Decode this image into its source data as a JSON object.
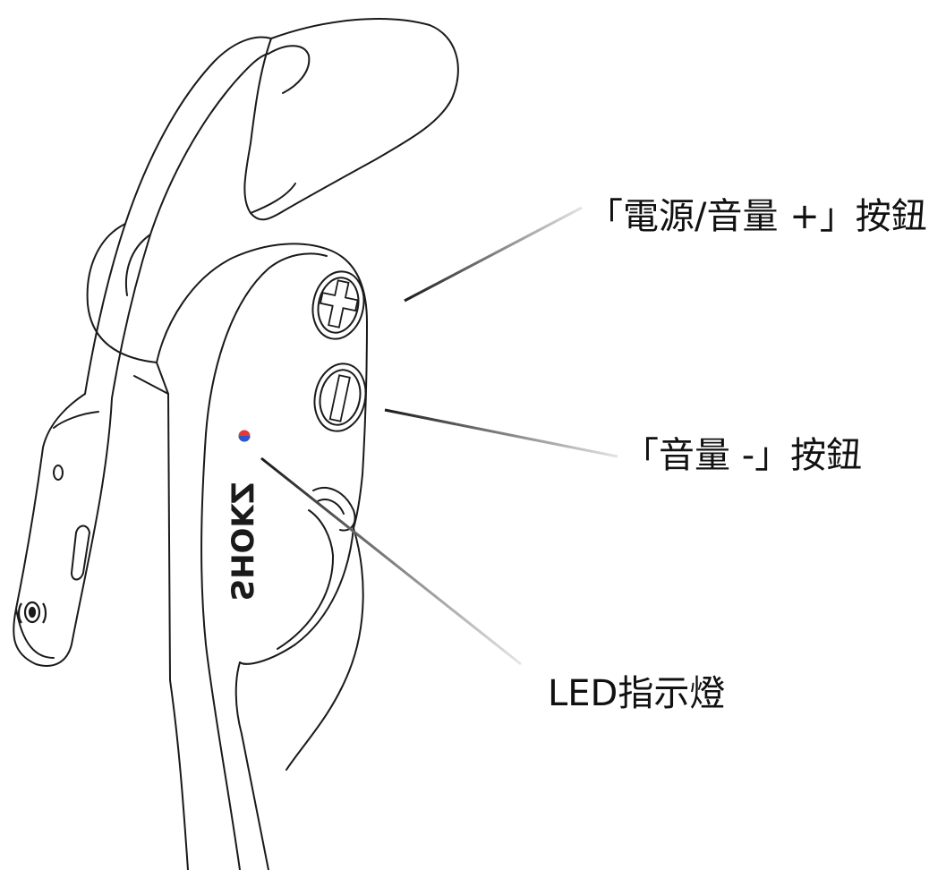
{
  "callouts": {
    "power_button": "「電源/音量 +」按鈕",
    "volume_down_button": "「音量 -」按鈕",
    "led_indicator": "LED指示燈"
  },
  "device": {
    "brand_logo_text": "SHOKZ",
    "icons": [
      "plus-icon",
      "minus-icon",
      "shokz-badge-icon"
    ]
  },
  "colors": {
    "outline": "#1a1a1a",
    "leader_start": "#1a1a1a",
    "leader_end": "#dcdcdc",
    "led_red": "#e23a3a",
    "led_blue": "#2f56c8"
  }
}
